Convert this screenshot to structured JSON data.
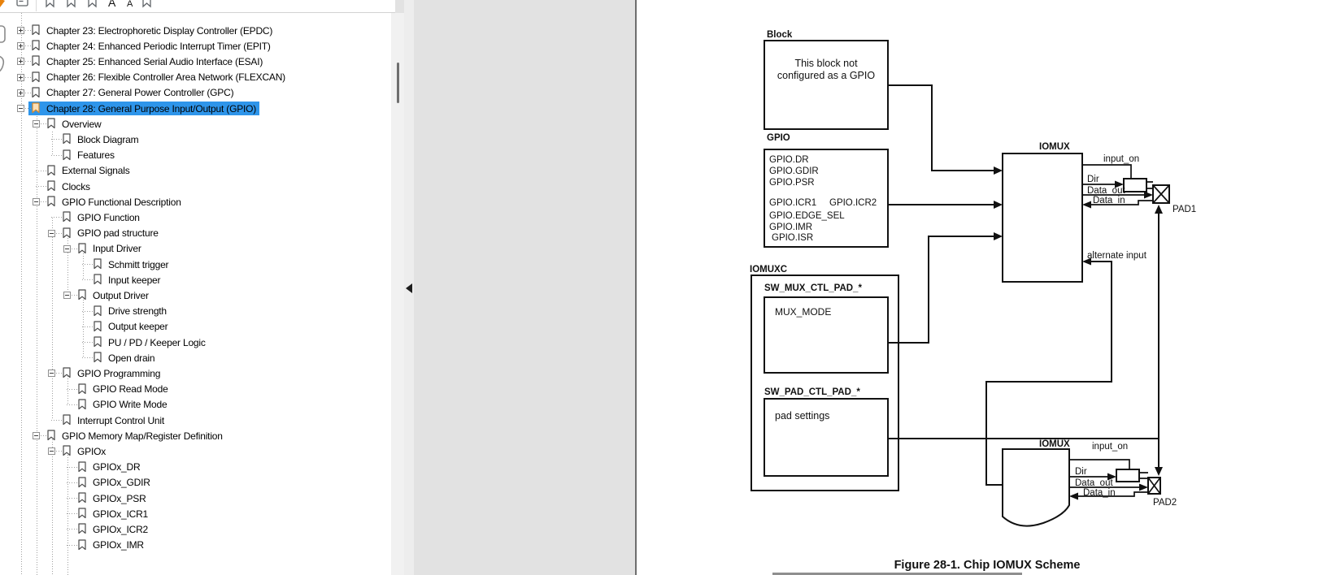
{
  "sidebar": {
    "toolbar": {
      "icons": [
        "panel-options-icon",
        "bookmark-prev-icon",
        "bookmark-plain-icon",
        "bookmark-next-icon",
        "text-larger-icon",
        "text-smaller-icon",
        "bookmark-sync-icon"
      ]
    },
    "tree": [
      {
        "label": "Chapter 23: Electrophoretic Display Controller (EPDC)",
        "depth": 0,
        "expand": "plus",
        "selected": false
      },
      {
        "label": "Chapter 24: Enhanced Periodic Interrupt Timer (EPIT)",
        "depth": 0,
        "expand": "plus",
        "selected": false
      },
      {
        "label": "Chapter 25: Enhanced Serial Audio Interface (ESAI)",
        "depth": 0,
        "expand": "plus",
        "selected": false
      },
      {
        "label": "Chapter 26: Flexible Controller Area Network (FLEXCAN)",
        "depth": 0,
        "expand": "plus",
        "selected": false
      },
      {
        "label": "Chapter 27: General Power Controller (GPC)",
        "depth": 0,
        "expand": "plus",
        "selected": false
      },
      {
        "label": "Chapter 28: General Purpose Input/Output (GPIO)",
        "depth": 0,
        "expand": "minus",
        "selected": true
      },
      {
        "label": "Overview",
        "depth": 1,
        "expand": "minus",
        "selected": false
      },
      {
        "label": "Block Diagram",
        "depth": 2,
        "expand": "none",
        "selected": false
      },
      {
        "label": "Features",
        "depth": 2,
        "expand": "none",
        "selected": false
      },
      {
        "label": "External Signals",
        "depth": 1,
        "expand": "none",
        "selected": false
      },
      {
        "label": "Clocks",
        "depth": 1,
        "expand": "none",
        "selected": false
      },
      {
        "label": "GPIO Functional Description",
        "depth": 1,
        "expand": "minus",
        "selected": false
      },
      {
        "label": "GPIO Function",
        "depth": 2,
        "expand": "none",
        "selected": false
      },
      {
        "label": "GPIO pad structure",
        "depth": 2,
        "expand": "minus",
        "selected": false
      },
      {
        "label": "Input Driver",
        "depth": 3,
        "expand": "minus",
        "selected": false
      },
      {
        "label": "Schmitt trigger",
        "depth": 4,
        "expand": "none",
        "selected": false
      },
      {
        "label": "Input keeper",
        "depth": 4,
        "expand": "none",
        "selected": false
      },
      {
        "label": "Output Driver",
        "depth": 3,
        "expand": "minus",
        "selected": false
      },
      {
        "label": "Drive strength",
        "depth": 4,
        "expand": "none",
        "selected": false
      },
      {
        "label": "Output keeper",
        "depth": 4,
        "expand": "none",
        "selected": false
      },
      {
        "label": "PU / PD / Keeper Logic",
        "depth": 4,
        "expand": "none",
        "selected": false
      },
      {
        "label": "Open drain",
        "depth": 4,
        "expand": "none",
        "selected": false
      },
      {
        "label": "GPIO Programming",
        "depth": 2,
        "expand": "minus",
        "selected": false
      },
      {
        "label": "GPIO Read Mode",
        "depth": 3,
        "expand": "none",
        "selected": false
      },
      {
        "label": "GPIO Write Mode",
        "depth": 3,
        "expand": "none",
        "selected": false
      },
      {
        "label": "Interrupt Control Unit",
        "depth": 2,
        "expand": "none",
        "selected": false
      },
      {
        "label": "GPIO Memory Map/Register Definition",
        "depth": 1,
        "expand": "minus",
        "selected": false
      },
      {
        "label": "GPIOx",
        "depth": 2,
        "expand": "minus",
        "selected": false
      },
      {
        "label": "GPIOx_DR",
        "depth": 3,
        "expand": "none",
        "selected": false
      },
      {
        "label": "GPIOx_GDIR",
        "depth": 3,
        "expand": "none",
        "selected": false
      },
      {
        "label": "GPIOx_PSR",
        "depth": 3,
        "expand": "none",
        "selected": false
      },
      {
        "label": "GPIOx_ICR1",
        "depth": 3,
        "expand": "none",
        "selected": false
      },
      {
        "label": "GPIOx_ICR2",
        "depth": 3,
        "expand": "none",
        "selected": false
      },
      {
        "label": "GPIOx_IMR",
        "depth": 3,
        "expand": "none",
        "selected": false
      }
    ],
    "colors": {
      "selection": "#2e95ea",
      "selected_bookmark": "#d98a2b",
      "bookmark": "#4b4b4b"
    }
  },
  "page": {
    "diagram": {
      "block_title": "Block",
      "block_text_line1": "This block not",
      "block_text_line2": "configured as a GPIO",
      "gpio_title": "GPIO",
      "gpio_regs": [
        "GPIO.DR",
        "GPIO.GDIR",
        "GPIO.PSR",
        "GPIO.ICR1",
        "GPIO.ICR2",
        "GPIO.EDGE_SEL",
        "GPIO.IMR",
        "GPIO.ISR"
      ],
      "iomuxc_title": "IOMUXC",
      "sw_mux_title": "SW_MUX_CTL_PAD_*",
      "mux_mode": "MUX_MODE",
      "sw_pad_title": "SW_PAD_CTL_PAD_*",
      "pad_settings": "pad settings",
      "iomux_label": "IOMUX",
      "input_on": "input_on",
      "dir": "Dir",
      "data_out": "Data_out",
      "data_in": "Data_in",
      "alternate_input": "alternate input",
      "pad1": "PAD1",
      "pad2": "PAD2",
      "caption": "Figure 28-1. Chip IOMUX Scheme"
    }
  }
}
